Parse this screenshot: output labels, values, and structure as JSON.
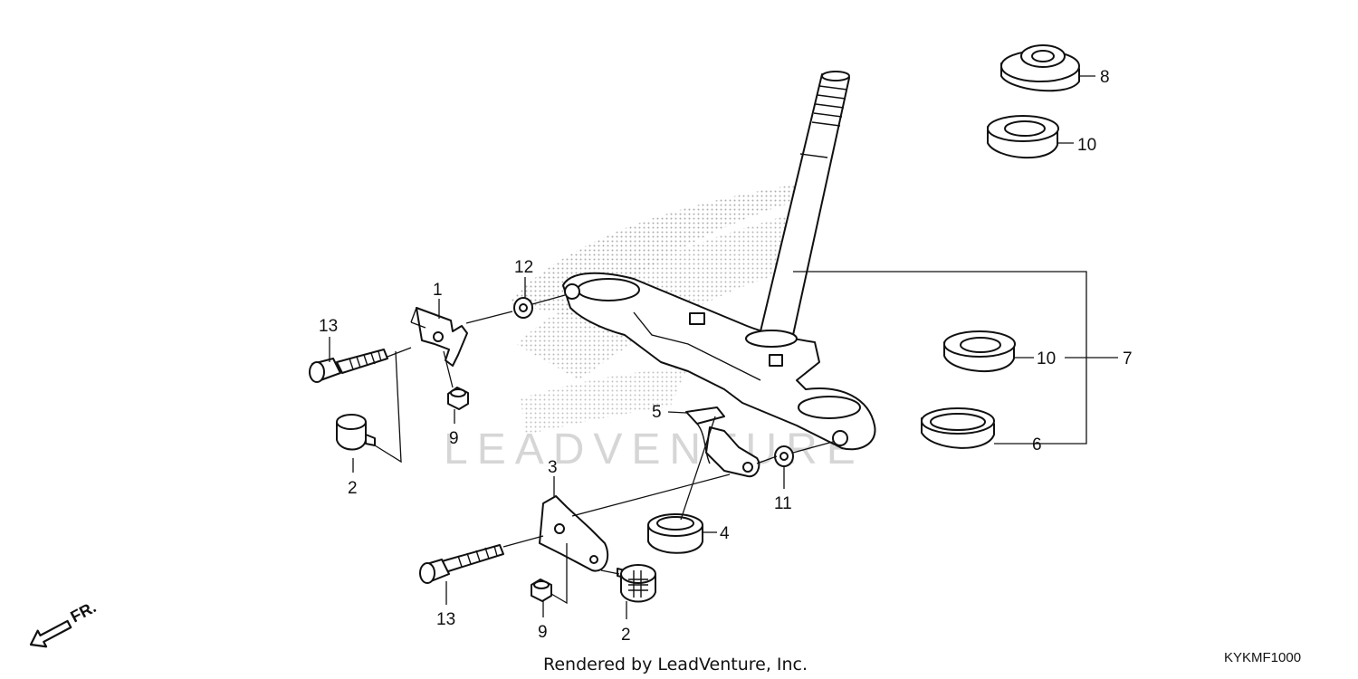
{
  "diagram": {
    "callouts": [
      {
        "id": "c1",
        "text": "1"
      },
      {
        "id": "c2a",
        "text": "2"
      },
      {
        "id": "c2b",
        "text": "2"
      },
      {
        "id": "c3",
        "text": "3"
      },
      {
        "id": "c4",
        "text": "4"
      },
      {
        "id": "c5",
        "text": "5"
      },
      {
        "id": "c6",
        "text": "6"
      },
      {
        "id": "c7",
        "text": "7"
      },
      {
        "id": "c8",
        "text": "8"
      },
      {
        "id": "c9a",
        "text": "9"
      },
      {
        "id": "c9b",
        "text": "9"
      },
      {
        "id": "c10a",
        "text": "10"
      },
      {
        "id": "c10b",
        "text": "10"
      },
      {
        "id": "c11",
        "text": "11"
      },
      {
        "id": "c12",
        "text": "12"
      },
      {
        "id": "c13a",
        "text": "13"
      },
      {
        "id": "c13b",
        "text": "13"
      }
    ],
    "direction_label": "FR.",
    "watermark_text": "LEADVENTURE",
    "footer_text": "Rendered by LeadVenture, Inc.",
    "diagram_code": "KYKMF1000",
    "colors": {
      "line": "#111111",
      "watermark": "#d6d6d6",
      "background": "#ffffff"
    }
  }
}
